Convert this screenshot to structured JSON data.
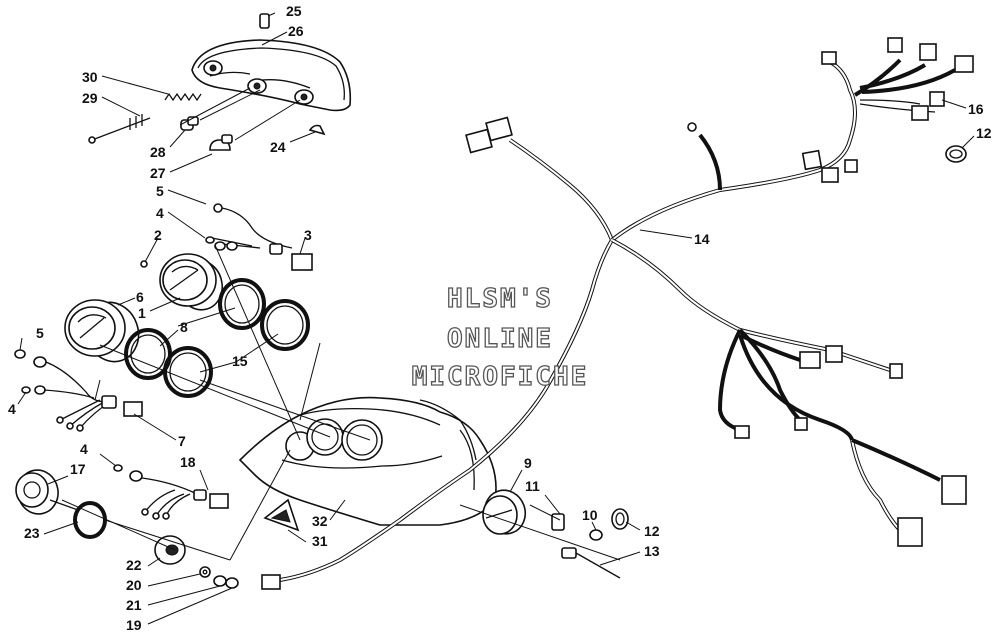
{
  "watermark": {
    "line1": "HLSM'S",
    "line2": "ONLINE",
    "line3": "MICROFICHE"
  },
  "callouts": [
    {
      "id": "25",
      "text": "25"
    },
    {
      "id": "26",
      "text": "26"
    },
    {
      "id": "30",
      "text": "30"
    },
    {
      "id": "29",
      "text": "29"
    },
    {
      "id": "28",
      "text": "28"
    },
    {
      "id": "27",
      "text": "27"
    },
    {
      "id": "24",
      "text": "24"
    },
    {
      "id": "5a",
      "text": "5"
    },
    {
      "id": "4a",
      "text": "4"
    },
    {
      "id": "2",
      "text": "2"
    },
    {
      "id": "3",
      "text": "3"
    },
    {
      "id": "6",
      "text": "6"
    },
    {
      "id": "1",
      "text": "1"
    },
    {
      "id": "8",
      "text": "8"
    },
    {
      "id": "15",
      "text": "15"
    },
    {
      "id": "5b",
      "text": "5"
    },
    {
      "id": "4b",
      "text": "4"
    },
    {
      "id": "7",
      "text": "7"
    },
    {
      "id": "4c",
      "text": "4"
    },
    {
      "id": "17",
      "text": "17"
    },
    {
      "id": "18",
      "text": "18"
    },
    {
      "id": "23",
      "text": "23"
    },
    {
      "id": "22",
      "text": "22"
    },
    {
      "id": "20",
      "text": "20"
    },
    {
      "id": "21",
      "text": "21"
    },
    {
      "id": "19",
      "text": "19"
    },
    {
      "id": "32",
      "text": "32"
    },
    {
      "id": "31",
      "text": "31"
    },
    {
      "id": "9",
      "text": "9"
    },
    {
      "id": "11",
      "text": "11"
    },
    {
      "id": "10",
      "text": "10"
    },
    {
      "id": "12b",
      "text": "12"
    },
    {
      "id": "13",
      "text": "13"
    },
    {
      "id": "14",
      "text": "14"
    },
    {
      "id": "16",
      "text": "16"
    },
    {
      "id": "12a",
      "text": "12"
    }
  ],
  "colors": {
    "ink": "#111111",
    "paper": "#ffffff",
    "watermark_outline": "#555555"
  }
}
